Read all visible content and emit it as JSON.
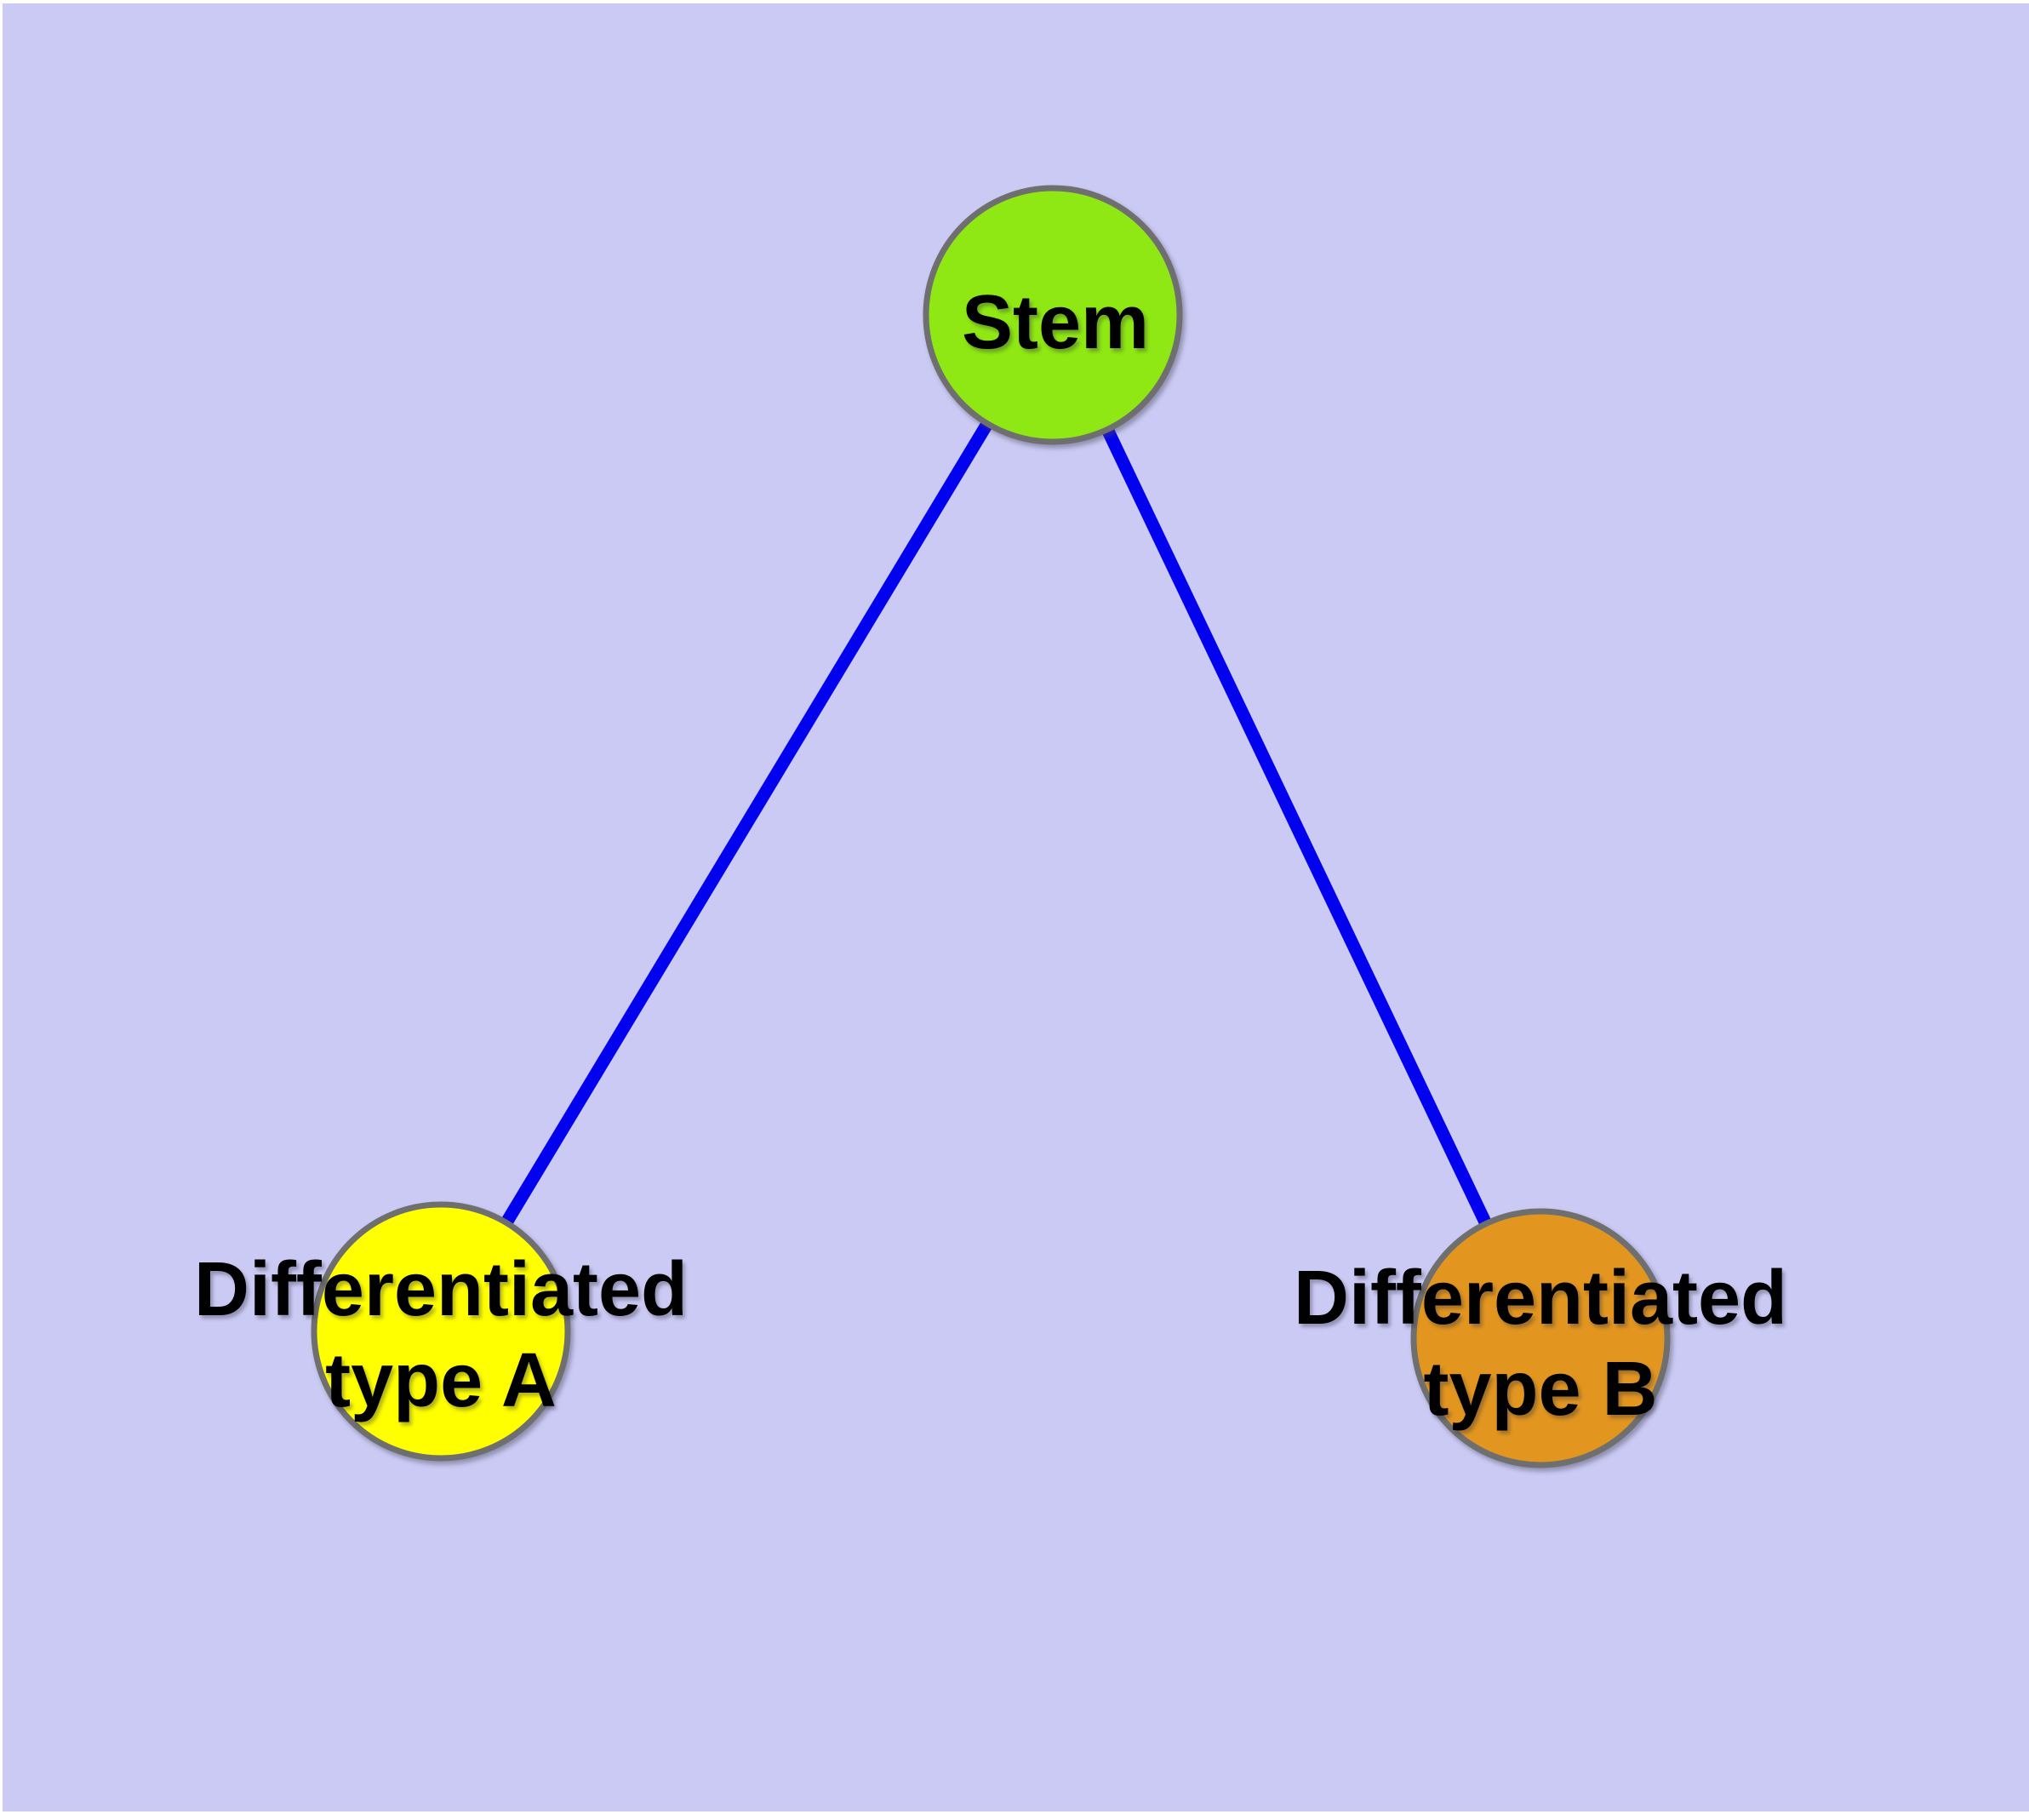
{
  "diagram": {
    "background": {
      "page_color": "#ffffff",
      "canvas_color": "#cacaf4"
    },
    "styles": {
      "edge_color": "#0202ee",
      "node_border_color": "#6f6f6f",
      "label_color": "#000000"
    },
    "nodes": [
      {
        "id": "stem",
        "label": "Stem",
        "lines": [
          "Stem"
        ],
        "fill_color": "#8fe813"
      },
      {
        "id": "differentiated-type-a",
        "label": "Differentiated type A",
        "lines": [
          "Differentiated",
          "type A"
        ],
        "fill_color": "#ffff00"
      },
      {
        "id": "differentiated-type-b",
        "label": "Differentiated type B",
        "lines": [
          "Differentiated",
          "type B"
        ],
        "fill_color": "#e29620"
      }
    ],
    "edges": [
      {
        "from": "Stem",
        "to": "Differentiated type A"
      },
      {
        "from": "Stem",
        "to": "Differentiated type B"
      }
    ]
  }
}
